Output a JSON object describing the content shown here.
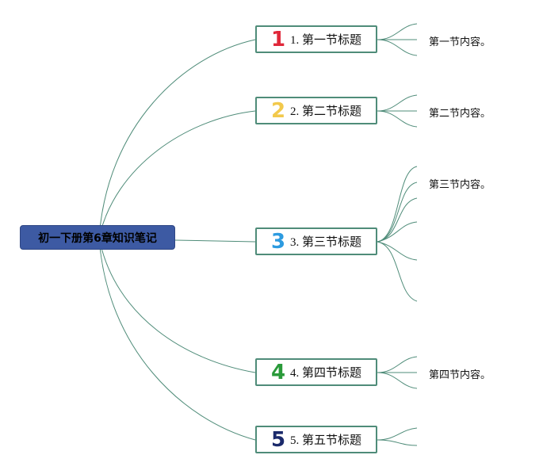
{
  "root": {
    "title": "初一下册第6章知识笔记"
  },
  "topics": [
    {
      "badge": "1",
      "badge_color": "#e0283a",
      "label": "1. 第一节标题",
      "leaves": [
        "第一节内容。"
      ]
    },
    {
      "badge": "2",
      "badge_color": "#f2c94c",
      "label": "2. 第二节标题",
      "leaves": [
        "第二节内容。"
      ]
    },
    {
      "badge": "3",
      "badge_color": "#2d9be0",
      "label": "3. 第三节标题",
      "leaves": [
        "第三节内容。"
      ]
    },
    {
      "badge": "4",
      "badge_color": "#2a9a3a",
      "label": "4. 第四节标题",
      "leaves": [
        "第四节内容。"
      ]
    },
    {
      "badge": "5",
      "badge_color": "#1b2a6b",
      "label": "5. 第五节标题",
      "leaves": []
    }
  ],
  "colors": {
    "edge": "#4f8c79",
    "root_fill": "#3d5aa3"
  }
}
